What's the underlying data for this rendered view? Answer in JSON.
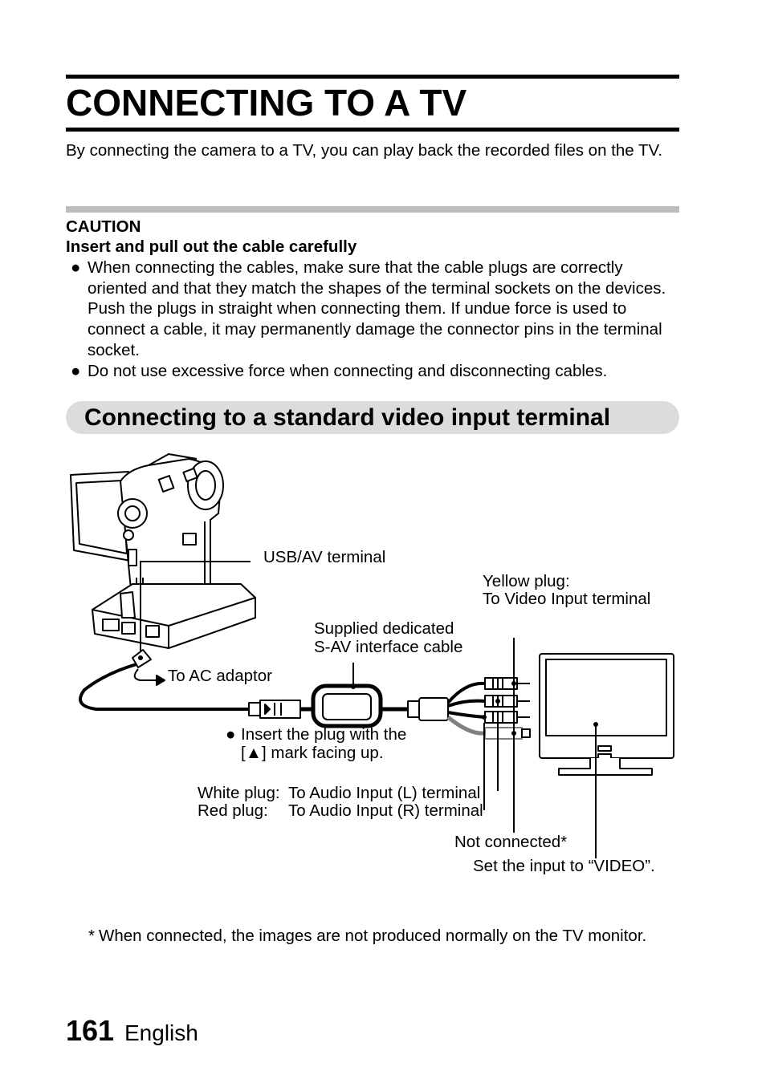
{
  "page": {
    "title": "CONNECTING TO A TV",
    "intro": "By connecting the camera to a TV, you can play back the recorded files on the TV."
  },
  "caution": {
    "heading": "CAUTION",
    "subheading": "Insert and pull out the cable carefully",
    "bullets": [
      "When connecting the cables, make sure that the cable plugs are correctly oriented and that they match the shapes of the terminal sockets on the devices. Push the plugs in straight when connecting them. If undue force is used to connect a cable, it may permanently damage the connector pins in the terminal socket.",
      "Do not use excessive force when connecting and disconnecting cables."
    ],
    "bullet_symbol": "●"
  },
  "section": {
    "title": "Connecting to a standard video input terminal"
  },
  "diagram": {
    "labels": {
      "usb_av": "USB/AV terminal",
      "yellow_plug_1": "Yellow plug:",
      "yellow_plug_2": "To Video Input terminal",
      "cable_1": "Supplied dedicated",
      "cable_2": "S-AV interface cable",
      "ac_adaptor": "To AC adaptor",
      "insert_1": "Insert the plug with the",
      "insert_2": "[▲] mark facing up.",
      "white_plug_key": "White plug:",
      "white_plug_val": "To Audio Input (L) terminal",
      "red_plug_key": "Red plug:",
      "red_plug_val": "To Audio Input (R) terminal",
      "not_connected": "Not connected*",
      "set_input": "Set the input to “VIDEO”."
    }
  },
  "footnote": {
    "star": "*",
    "text": "When connected, the images are not produced normally on the TV monitor."
  },
  "footer": {
    "page_number": "161",
    "language": "English"
  }
}
